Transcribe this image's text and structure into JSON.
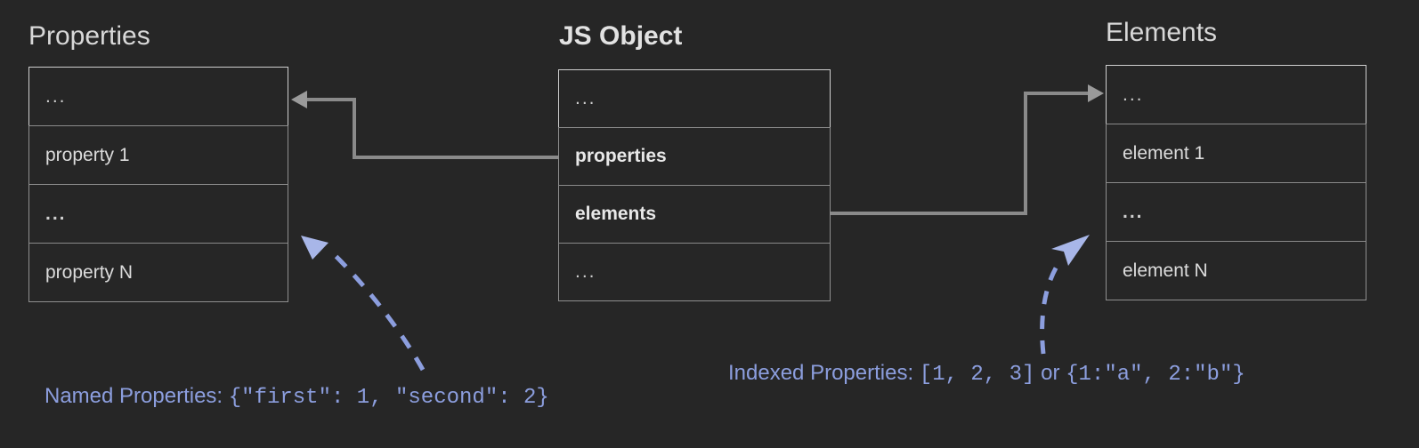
{
  "diagram": {
    "title_properties": "Properties",
    "title_jsobject": "JS Object",
    "title_elements": "Elements",
    "ellipsis": "...",
    "colors": {
      "background": "#262626",
      "box_border": "#8f8f8f",
      "box_border_highlight": "#cfcfcf",
      "text": "#dcdcdc",
      "connector": "#8a8a8a",
      "annotation_blue": "#8c9ede"
    }
  },
  "properties_box": {
    "rows": [
      {
        "text": "...",
        "style": "ellipsis"
      },
      {
        "text": "property 1",
        "style": "normal"
      },
      {
        "text": "...",
        "style": "ellipsis"
      },
      {
        "text": "property N",
        "style": "normal"
      }
    ]
  },
  "jsobject_box": {
    "rows": [
      {
        "text": "...",
        "style": "ellipsis"
      },
      {
        "text": "properties",
        "style": "bold"
      },
      {
        "text": "elements",
        "style": "bold"
      },
      {
        "text": "...",
        "style": "ellipsis"
      }
    ]
  },
  "elements_box": {
    "rows": [
      {
        "text": "...",
        "style": "ellipsis"
      },
      {
        "text": "element 1",
        "style": "normal"
      },
      {
        "text": "...",
        "style": "ellipsis"
      },
      {
        "text": "element N",
        "style": "normal"
      }
    ]
  },
  "captions": {
    "named": {
      "label": "Named Properties: ",
      "code": "{\"first\": 1, \"second\": 2}"
    },
    "indexed": {
      "label": "Indexed Properties: ",
      "code_a": "[1, 2, 3]",
      "conjunction": " or ",
      "code_b": "{1:\"a\", 2:\"b\"}"
    }
  },
  "connectors": {
    "properties_pointer": "properties-to-properties-box-arrow",
    "elements_pointer": "elements-to-elements-box-arrow",
    "named_annotation_pointer": "named-properties-dashed-arrow",
    "indexed_annotation_pointer": "indexed-properties-dashed-arrow"
  }
}
